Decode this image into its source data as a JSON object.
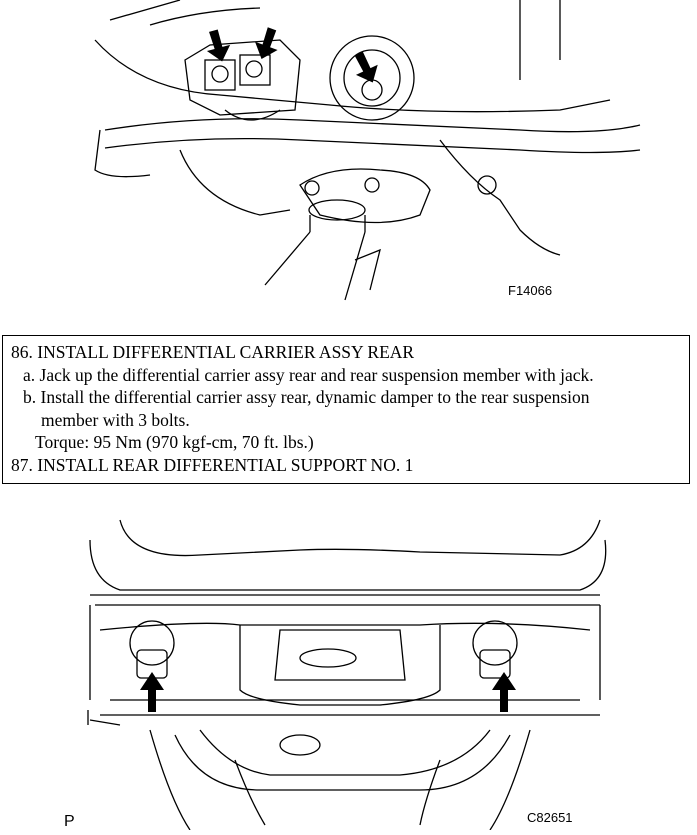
{
  "figure_top": {
    "id": "F14066"
  },
  "instructions": {
    "step86": "86. INSTALL DIFFERENTIAL CARRIER ASSY REAR",
    "step86a": "a. Jack up the differential carrier assy rear and rear suspension member with jack.",
    "step86b_1": "b. Install the differential carrier assy rear, dynamic damper to the rear suspension",
    "step86b_2": "member with 3 bolts.",
    "torque": "Torque: 95 Nm (970 kgf-cm, 70 ft. lbs.)",
    "step87": "87. INSTALL REAR DIFFERENTIAL SUPPORT NO. 1"
  },
  "figure_bottom": {
    "id": "C82651",
    "corner_mark": "P"
  }
}
